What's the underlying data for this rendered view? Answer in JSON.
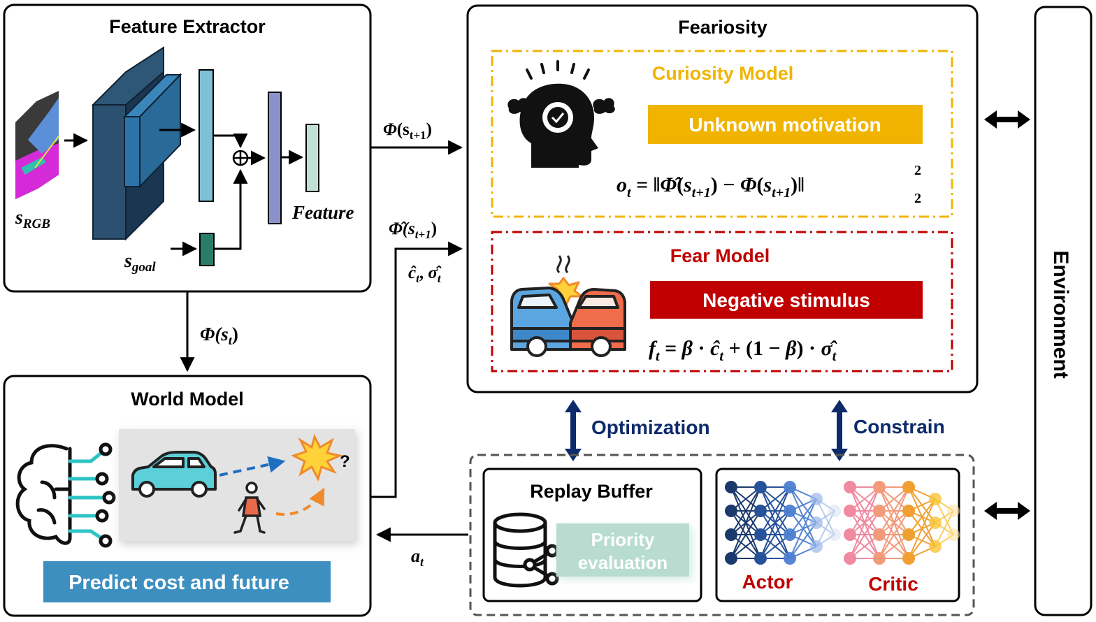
{
  "feature_extractor": {
    "title": "Feature Extractor",
    "s_rgb": {
      "base": "s",
      "sub": "RGB"
    },
    "s_goal": {
      "base": "s",
      "sub": "goal"
    },
    "feature": "Feature"
  },
  "world_model": {
    "title": "World Model",
    "question": "?",
    "predict_label": "Predict cost and future"
  },
  "feariosity": {
    "title": "Feariosity",
    "curiosity": {
      "title": "Curiosity Model",
      "banner": "Unknown motivation",
      "formula": {
        "lhs": "o",
        "lhs_sub": "t",
        "eq": " = ",
        "norm_open": "‖",
        "phi_hat": "Φ̂",
        "open": "(",
        "s": "s",
        "s_sub": "t+1",
        "close": ")",
        "minus": " − ",
        "phi": "Φ",
        "norm_close": "‖",
        "sup": "2",
        "sub": "2"
      }
    },
    "fear": {
      "title": "Fear Model",
      "banner": "Negative stimulus",
      "formula": {
        "lhs": "f",
        "lhs_sub": "t",
        "eq": " = ",
        "beta": "β",
        "dot": " · ",
        "c_hat": "ĉ",
        "c_sub": "t",
        "plus": " + (",
        "one": "1",
        "minus": " − ",
        "beta2": "β",
        "close": ")",
        "dot2": " · ",
        "sigma_hat": "σ̂",
        "sigma_sub": "t"
      }
    }
  },
  "arrows": {
    "phi_next": {
      "phi": "Φ",
      "open": "(s",
      "sub": "t+1",
      "close": ")"
    },
    "phi_hat_next": {
      "phi": "Φ̂",
      "open": "(s",
      "sub": "t+1",
      "close": ")"
    },
    "c_sigma": {
      "c": "ĉ",
      "c_sub": "t",
      "comma": ", ",
      "sigma": "σ̂",
      "sigma_sub": "t"
    },
    "phi_t": {
      "phi": "Φ",
      "open": "(s",
      "sub": "t",
      "close": ")"
    },
    "a_t": {
      "base": "a",
      "sub": "t"
    },
    "optimization": "Optimization",
    "constrain": "Constrain"
  },
  "replay_buffer": {
    "title": "Replay Buffer",
    "priority_line1": "Priority",
    "priority_line2": "evaluation"
  },
  "actor_critic": {
    "actor": "Actor",
    "critic": "Critic"
  },
  "environment": {
    "label": "Environment"
  },
  "colors": {
    "curiosity_gold": "#f0b400",
    "fear_red": "#c00000",
    "navy": "#0d2a6b",
    "predict_blue": "#3d8fc0",
    "priority_green": "#b8dcd0"
  }
}
